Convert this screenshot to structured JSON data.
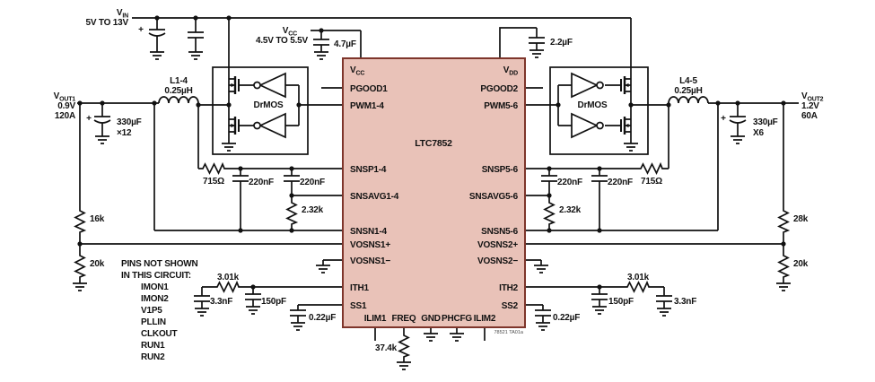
{
  "colors": {
    "ic_fill": "#e9c2b8",
    "ic_border": "#7e352b",
    "wire": "#111111",
    "background": "#ffffff"
  },
  "rails": {
    "vin_label": "V",
    "vin_sub": "IN",
    "vin_range": "5V TO 13V",
    "vin_cap_plus": "+",
    "vcc_label": "V",
    "vcc_sub": "CC",
    "vcc_range": "4.5V TO 5.5V",
    "vcc_cap": "4.7µF",
    "vdd_cap": "2.2µF"
  },
  "ic": {
    "name": "LTC7852",
    "corner_tag": "78521 TA01a",
    "pin_vcc": "V",
    "pin_vcc_sub": "CC",
    "pin_vdd": "V",
    "pin_vdd_sub": "DD",
    "pin_pgood1": "PGOOD1",
    "pin_pwm14": "PWM1-4",
    "pin_snsp14": "SNSP1-4",
    "pin_snsavg14": "SNSAVG1-4",
    "pin_snsn14": "SNSN1-4",
    "pin_vosns1p": "VOSNS1+",
    "pin_vosns1m": "VOSNS1−",
    "pin_ith1": "ITH1",
    "pin_ss1": "SS1",
    "pin_pgood2": "PGOOD2",
    "pin_pwm56": "PWM5-6",
    "pin_snsp56": "SNSP5-6",
    "pin_snsavg56": "SNSAVG5-6",
    "pin_snsn56": "SNSN5-6",
    "pin_vosns2p": "VOSNS2+",
    "pin_vosns2m": "VOSNS2−",
    "pin_ith2": "ITH2",
    "pin_ss2": "SS2",
    "pin_ilim1": "ILIM1",
    "pin_freq": "FREQ",
    "pin_gnd": "GND",
    "pin_phcfg": "PHCFG",
    "pin_ilim2": "ILIM2"
  },
  "drmos_left": {
    "label": "DrMOS"
  },
  "drmos_right": {
    "label": "DrMOS"
  },
  "output_left": {
    "vout": "V",
    "vout_sub": "OUT1",
    "volts": "0.9V",
    "amps": "120A",
    "inductor": "L1-4",
    "inductor_value": "0.25µH",
    "cap": "330µF",
    "cap_qty": "×12",
    "cap_plus": "+",
    "r_sense": "715Ω",
    "c_sense1": "220nF",
    "c_sense2": "220nF",
    "r_avg": "2.32k",
    "r_fb_top": "16k",
    "r_fb_bot": "20k",
    "r_ith": "3.01k",
    "c_ith1": "3.3nF",
    "c_ith2": "150pF",
    "c_ss": "0.22µF"
  },
  "output_right": {
    "vout": "V",
    "vout_sub": "OUT2",
    "volts": "1.2V",
    "amps": "60A",
    "inductor": "L4-5",
    "inductor_value": "0.25µH",
    "cap": "330µF",
    "cap_qty": "X6",
    "cap_plus": "+",
    "r_sense": "715Ω",
    "c_sense1": "220nF",
    "c_sense2": "220nF",
    "r_avg": "2.32k",
    "r_fb_top": "28k",
    "r_fb_bot": "20k",
    "r_ith": "3.01k",
    "c_ith1": "3.3nF",
    "c_ith2": "150pF",
    "c_ss": "0.22µF"
  },
  "freq_resistor": "37.4k",
  "notes": {
    "line1": "PINS NOT SHOWN",
    "line2": "IN THIS CIRCUIT:",
    "pins": [
      "IMON1",
      "IMON2",
      "V1P5",
      "PLLIN",
      "CLKOUT",
      "RUN1",
      "RUN2"
    ]
  }
}
